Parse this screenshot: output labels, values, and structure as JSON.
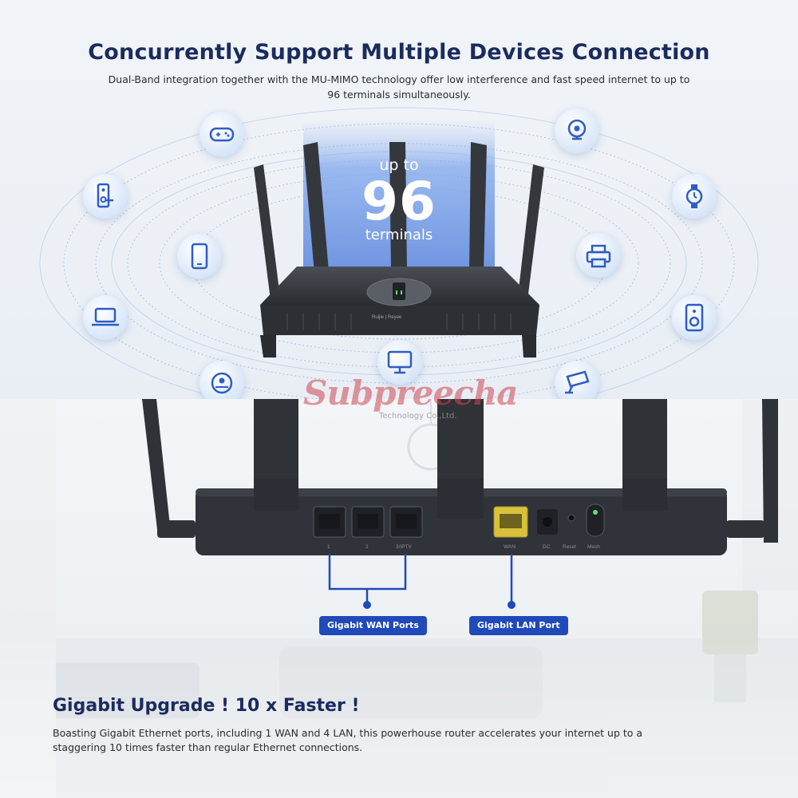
{
  "top": {
    "title": "Concurrently Support Multiple Devices Connection",
    "subtitle": "Dual-Band integration together with the MU-MIMO technology offer low interference and fast speed internet to up to 96 terminals simultaneously.",
    "up_to": "up to",
    "count": "96",
    "unit": "terminals",
    "router_brand": "Ruijie | Reyee",
    "device_icons": [
      "gamepad-icon",
      "webcam-icon",
      "door-lock-icon",
      "smartwatch-icon",
      "smartphone-icon",
      "printer-icon",
      "laptop-icon",
      "speaker-icon",
      "monitor-icon",
      "robot-vacuum-icon",
      "security-camera-icon"
    ]
  },
  "watermark": {
    "name": "Subpreecha",
    "tagline": "Technology Co.,Ltd."
  },
  "bottom": {
    "port_labels": {
      "p1": "1",
      "p2": "2",
      "p3": "3/IPTV",
      "wan": "WAN",
      "dc": "DC",
      "reset": "Reset",
      "mesh": "Mesh"
    },
    "callout_wan": "Gigabit WAN Ports",
    "callout_lan": "Gigabit LAN Port",
    "title": "Gigabit Upgrade ! 10 x Faster !",
    "subtitle": "Boasting Gigabit Ethernet ports, including 1 WAN and 4 LAN, this powerhouse router accelerates your internet up to a staggering 10 times faster than regular Ethernet connections."
  },
  "colors": {
    "heading": "#1a2b5e",
    "accent_blue": "#2049b9",
    "wan_port_yellow": "#d9c23a",
    "router_dark": "#2f3237"
  }
}
